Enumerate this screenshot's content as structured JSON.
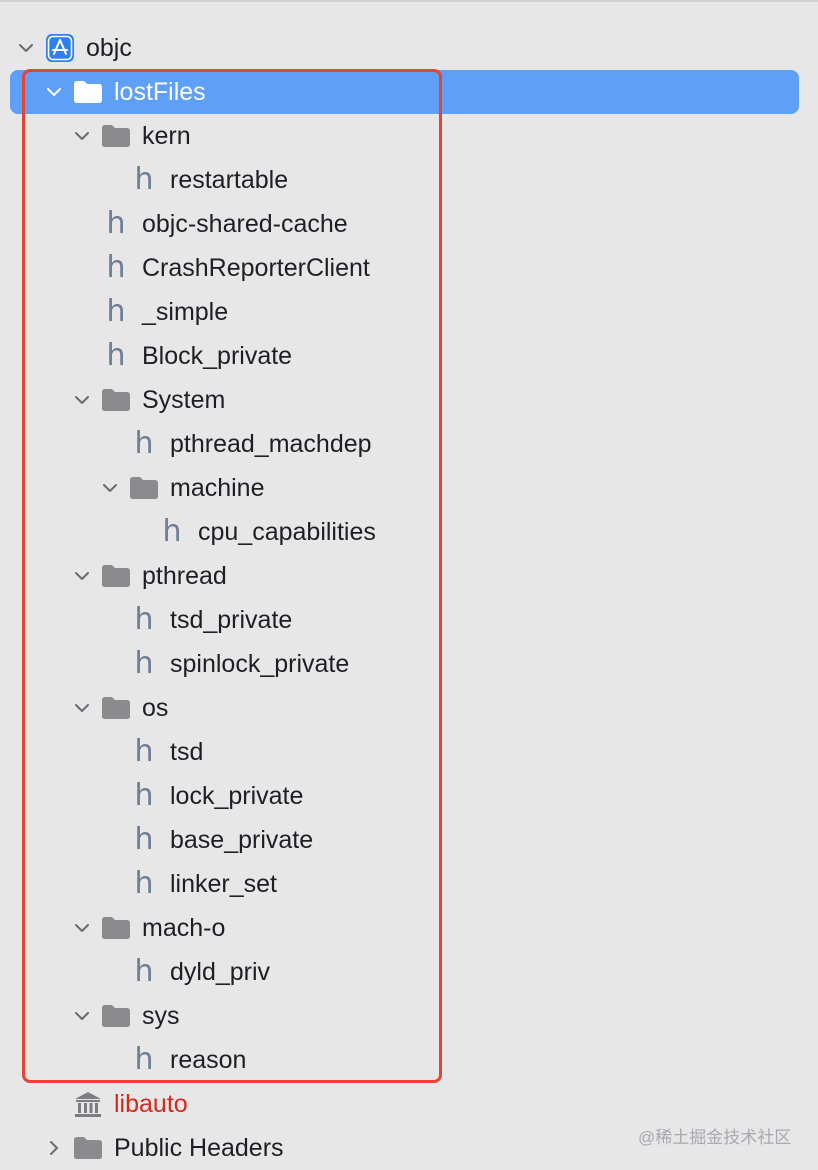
{
  "navigator": {
    "items": [
      {
        "id": "objc",
        "label": "objc",
        "icon": "app-project-icon",
        "depth": 0,
        "chevron": "down"
      },
      {
        "id": "lostFiles",
        "label": "lostFiles",
        "icon": "folder-icon",
        "depth": 1,
        "chevron": "down",
        "selected": true
      },
      {
        "id": "kern",
        "label": "kern",
        "icon": "folder-icon",
        "depth": 2,
        "chevron": "down"
      },
      {
        "id": "restartable",
        "label": "restartable",
        "icon": "header-file-icon",
        "depth": 3
      },
      {
        "id": "objc-shared-cache",
        "label": "objc-shared-cache",
        "icon": "header-file-icon",
        "depth": 2
      },
      {
        "id": "CrashReporterClient",
        "label": "CrashReporterClient",
        "icon": "header-file-icon",
        "depth": 2
      },
      {
        "id": "_simple",
        "label": "_simple",
        "icon": "header-file-icon",
        "depth": 2
      },
      {
        "id": "Block_private",
        "label": "Block_private",
        "icon": "header-file-icon",
        "depth": 2
      },
      {
        "id": "System",
        "label": "System",
        "icon": "folder-icon",
        "depth": 2,
        "chevron": "down"
      },
      {
        "id": "pthread_machdep",
        "label": "pthread_machdep",
        "icon": "header-file-icon",
        "depth": 3
      },
      {
        "id": "machine",
        "label": "machine",
        "icon": "folder-icon",
        "depth": 3,
        "chevron": "down"
      },
      {
        "id": "cpu_capabilities",
        "label": "cpu_capabilities",
        "icon": "header-file-icon",
        "depth": 4
      },
      {
        "id": "pthread",
        "label": "pthread",
        "icon": "folder-icon",
        "depth": 2,
        "chevron": "down"
      },
      {
        "id": "tsd_private",
        "label": "tsd_private",
        "icon": "header-file-icon",
        "depth": 3
      },
      {
        "id": "spinlock_private",
        "label": "spinlock_private",
        "icon": "header-file-icon",
        "depth": 3
      },
      {
        "id": "os",
        "label": "os",
        "icon": "folder-icon",
        "depth": 2,
        "chevron": "down"
      },
      {
        "id": "tsd",
        "label": "tsd",
        "icon": "header-file-icon",
        "depth": 3
      },
      {
        "id": "lock_private",
        "label": "lock_private",
        "icon": "header-file-icon",
        "depth": 3
      },
      {
        "id": "base_private",
        "label": "base_private",
        "icon": "header-file-icon",
        "depth": 3
      },
      {
        "id": "linker_set",
        "label": "linker_set",
        "icon": "header-file-icon",
        "depth": 3
      },
      {
        "id": "mach-o",
        "label": "mach-o",
        "icon": "folder-icon",
        "depth": 2,
        "chevron": "down"
      },
      {
        "id": "dyld_priv",
        "label": "dyld_priv",
        "icon": "header-file-icon",
        "depth": 3
      },
      {
        "id": "sys",
        "label": "sys",
        "icon": "folder-icon",
        "depth": 2,
        "chevron": "down"
      },
      {
        "id": "reason",
        "label": "reason",
        "icon": "header-file-icon",
        "depth": 3
      },
      {
        "id": "libauto",
        "label": "libauto",
        "icon": "library-icon",
        "depth": 1,
        "missing": true
      },
      {
        "id": "Public Headers",
        "label": "Public Headers",
        "icon": "folder-icon",
        "depth": 1,
        "chevron": "right"
      }
    ]
  },
  "header_glyph": "h",
  "watermark": "@稀土掘金技术社区",
  "colors": {
    "background": "#e8e7e8",
    "selection": "#5ea0f7",
    "highlight_box": "#e84234",
    "missing_file": "#d7281e",
    "header_glyph": "#6c7f95",
    "folder": "#8b8b8e",
    "app_icon": "#2f7ff0"
  }
}
